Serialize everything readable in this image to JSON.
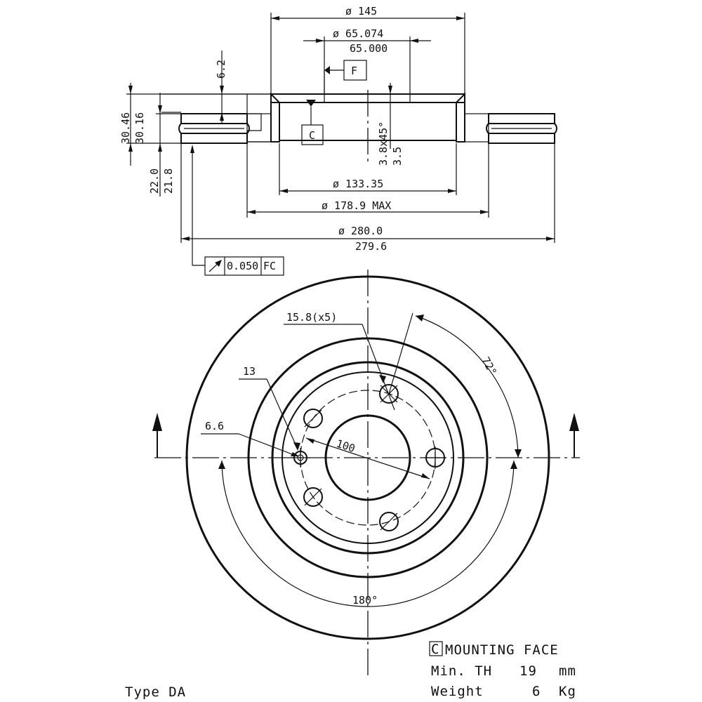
{
  "section": {
    "dia_145": "ø 145",
    "dia_65_074": "ø 65.074",
    "dia_65_000": "65.000",
    "datum_f": "F",
    "datum_c": "C",
    "hat_thickness": "6.2",
    "height_30_46": "30.46",
    "height_30_16": "30.16",
    "width_22_0": "22.0",
    "width_21_8": "21.8",
    "chamfer": "3.8x45°",
    "depth_3_5": "3.5",
    "dia_133_35": "ø 133.35",
    "dia_178_9": "ø 178.9 MAX",
    "dia_280_0": "ø 280.0",
    "dia_279_6": "279.6",
    "runout_value": "0.050",
    "runout_datums": "FC"
  },
  "plan": {
    "hole_size": "15.8(x5)",
    "angle_72": "72°",
    "dim_13": "13",
    "dim_6_6": "6.6",
    "pcd_100": "100",
    "angle_180": "180°"
  },
  "notes": {
    "datum_letter": "C",
    "mounting_face": "MOUNTING FACE",
    "min_th_label": "Min. TH",
    "min_th_value": "19",
    "min_th_unit": "mm",
    "weight_label": "Weight",
    "weight_value": "6",
    "weight_unit": "Kg",
    "type": "Type DA"
  }
}
